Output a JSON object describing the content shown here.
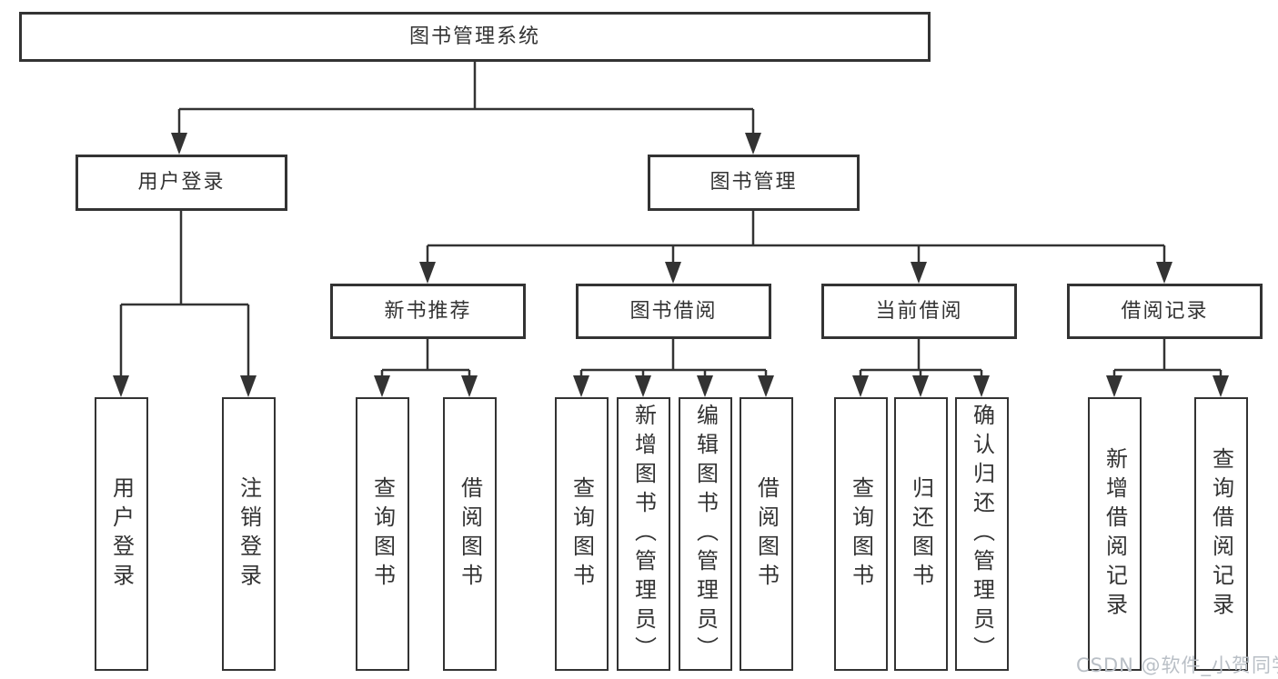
{
  "diagram_title": "图书管理系统",
  "tree": {
    "root": {
      "label": "图书管理系统",
      "children": [
        {
          "label": "用户登录",
          "children": [
            {
              "label": "用户登录"
            },
            {
              "label": "注销登录"
            }
          ]
        },
        {
          "label": "图书管理",
          "children": [
            {
              "label": "新书推荐",
              "children": [
                {
                  "label": "查询图书"
                },
                {
                  "label": "借阅图书"
                }
              ]
            },
            {
              "label": "图书借阅",
              "children": [
                {
                  "label": "查询图书"
                },
                {
                  "label": "新增图书（管理员）"
                },
                {
                  "label": "编辑图书（管理员）"
                },
                {
                  "label": "借阅图书"
                }
              ]
            },
            {
              "label": "当前借阅",
              "children": [
                {
                  "label": "查询图书"
                },
                {
                  "label": "归还图书"
                },
                {
                  "label": "确认归还（管理员）"
                }
              ]
            },
            {
              "label": "借阅记录",
              "children": [
                {
                  "label": "新增借阅记录"
                },
                {
                  "label": "查询借阅记录"
                }
              ]
            }
          ]
        }
      ]
    }
  },
  "watermark": "CSDN @软件_小贺同学",
  "colors": {
    "line": "#333333",
    "box_border": "#333333",
    "box_fill": "#ffffff",
    "text": "#333333",
    "background": "#ffffff",
    "watermark": "#b9bfc6"
  }
}
